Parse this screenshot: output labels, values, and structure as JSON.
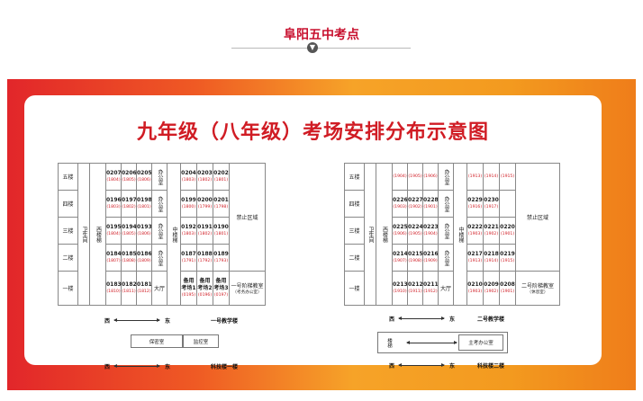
{
  "header": {
    "title": "阜阳五中考点"
  },
  "main_title": "九年级（八年级）考场安排分布示意图",
  "floors": [
    "五楼",
    "四楼",
    "三楼",
    "二楼",
    "一楼"
  ],
  "left": {
    "weishengjian": "卫生间",
    "wing": "西楼梯",
    "zhonglouti": "中楼梯",
    "rows": [
      [
        "0207",
        "0206",
        "0205"
      ],
      [
        "0196",
        "0197",
        "0198"
      ],
      [
        "0195",
        "0194",
        "0193"
      ],
      [
        "0184",
        "0185",
        "0186"
      ],
      [
        "0183",
        "0182",
        "0181"
      ]
    ],
    "caps": [
      [
        "(1804)",
        "(1805)",
        "(1806)"
      ],
      [
        "(1803)",
        "(1802)",
        "(1801)"
      ],
      [
        "(1804)",
        "(1805)",
        "(1806)"
      ],
      [
        "(1807)",
        "(1808)",
        "(1809)"
      ],
      [
        "(1810)",
        "(1811)",
        "(1812)"
      ]
    ],
    "office": "办公室",
    "hall": "大厅",
    "east_rows": [
      [
        "0204",
        "0203",
        "0202"
      ],
      [
        "0199",
        "0200",
        "0201"
      ],
      [
        "0192",
        "0191",
        "0190"
      ],
      [
        "0187",
        "0188",
        "0189"
      ],
      [
        "备用考场1",
        "备用考场2",
        "备用考场3"
      ]
    ],
    "east_caps": [
      [
        "(1803)",
        "(1802)",
        "(1801)"
      ],
      [
        "(1800)",
        "(1799)",
        "(1798)"
      ],
      [
        "(1803)",
        "(1802)",
        "(1801)"
      ],
      [
        "(1791)",
        "(1792)",
        "(1793)"
      ],
      [
        "(0195)",
        "(0196)",
        "(0197)"
      ]
    ],
    "forbidden": "禁止区域",
    "bottom_note": "一号阶梯教室",
    "bottom_sub": "（考务办公室）",
    "dir_west": "西",
    "dir_east": "东",
    "building_name": "一号教学楼",
    "room_a": "保密室",
    "room_b": "监控室",
    "dir2_west": "西",
    "dir2_east": "东",
    "building2_name": "科技楼一楼"
  },
  "right": {
    "weishengjian": "卫生间",
    "wing": "西楼梯",
    "zhonglouti": "中楼梯",
    "rows": [
      [
        "",
        "",
        ""
      ],
      [
        "0226",
        "0227",
        "0228"
      ],
      [
        "0225",
        "0224",
        "0223"
      ],
      [
        "0214",
        "0215",
        "0216"
      ],
      [
        "0213",
        "0212",
        "0211"
      ]
    ],
    "caps": [
      [
        "(1904)",
        "(1905)",
        "(1906)"
      ],
      [
        "(1903)",
        "(1902)",
        "(1901)"
      ],
      [
        "(1906)",
        "(1905)",
        "(1904)"
      ],
      [
        "(1907)",
        "(1908)",
        "(1909)"
      ],
      [
        "(1910)",
        "(1911)",
        "(1912)"
      ]
    ],
    "office": "办公室",
    "hall": "大厅",
    "east_rows": [
      [
        "",
        "",
        ""
      ],
      [
        "0229",
        "0230",
        ""
      ],
      [
        "0222",
        "0221",
        "0220"
      ],
      [
        "0217",
        "0218",
        "0219"
      ],
      [
        "0210",
        "0209",
        "0208"
      ]
    ],
    "east_caps": [
      [
        "(1913)",
        "(1914)",
        "(1915)"
      ],
      [
        "(1916)",
        "(1917)",
        ""
      ],
      [
        "(1903)",
        "(1902)",
        "(1901)"
      ],
      [
        "(1913)",
        "(1914)",
        "(1915)"
      ],
      [
        "(1903)",
        "(1902)",
        "(1901)"
      ]
    ],
    "forbidden": "禁止区域",
    "bottom_note": "二号阶梯教室",
    "bottom_sub": "（休息室）",
    "dir_west": "西",
    "dir_east": "东",
    "building_name": "二号教学楼",
    "stair_label": "楼梯",
    "room_a": "主考办公室",
    "dir2_west": "西",
    "dir2_east": "东",
    "building2_name": "科技楼二楼"
  }
}
